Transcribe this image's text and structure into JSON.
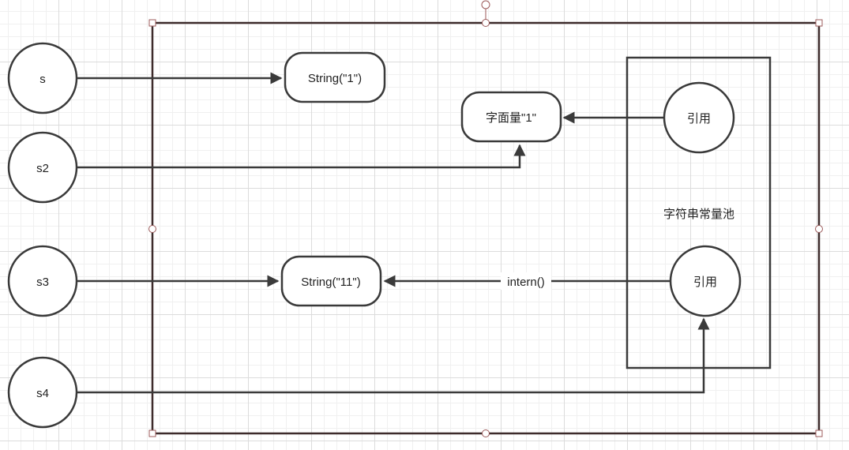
{
  "variables": {
    "s": "s",
    "s2": "s2",
    "s3": "s3",
    "s4": "s4"
  },
  "objects": {
    "string_1": "String(\"1\")",
    "literal_1": "字面量\"1\"",
    "string_11": "String(\"11\")"
  },
  "pool": {
    "title": "字符串常量池",
    "ref_top": "引用",
    "ref_bottom": "引用"
  },
  "edges": {
    "intern_label": "intern()"
  },
  "colors": {
    "stroke": "#3a3a3a",
    "frame": "#3d2b2b",
    "handle": "#9c5b5b",
    "grid": "#dcdcdc"
  }
}
